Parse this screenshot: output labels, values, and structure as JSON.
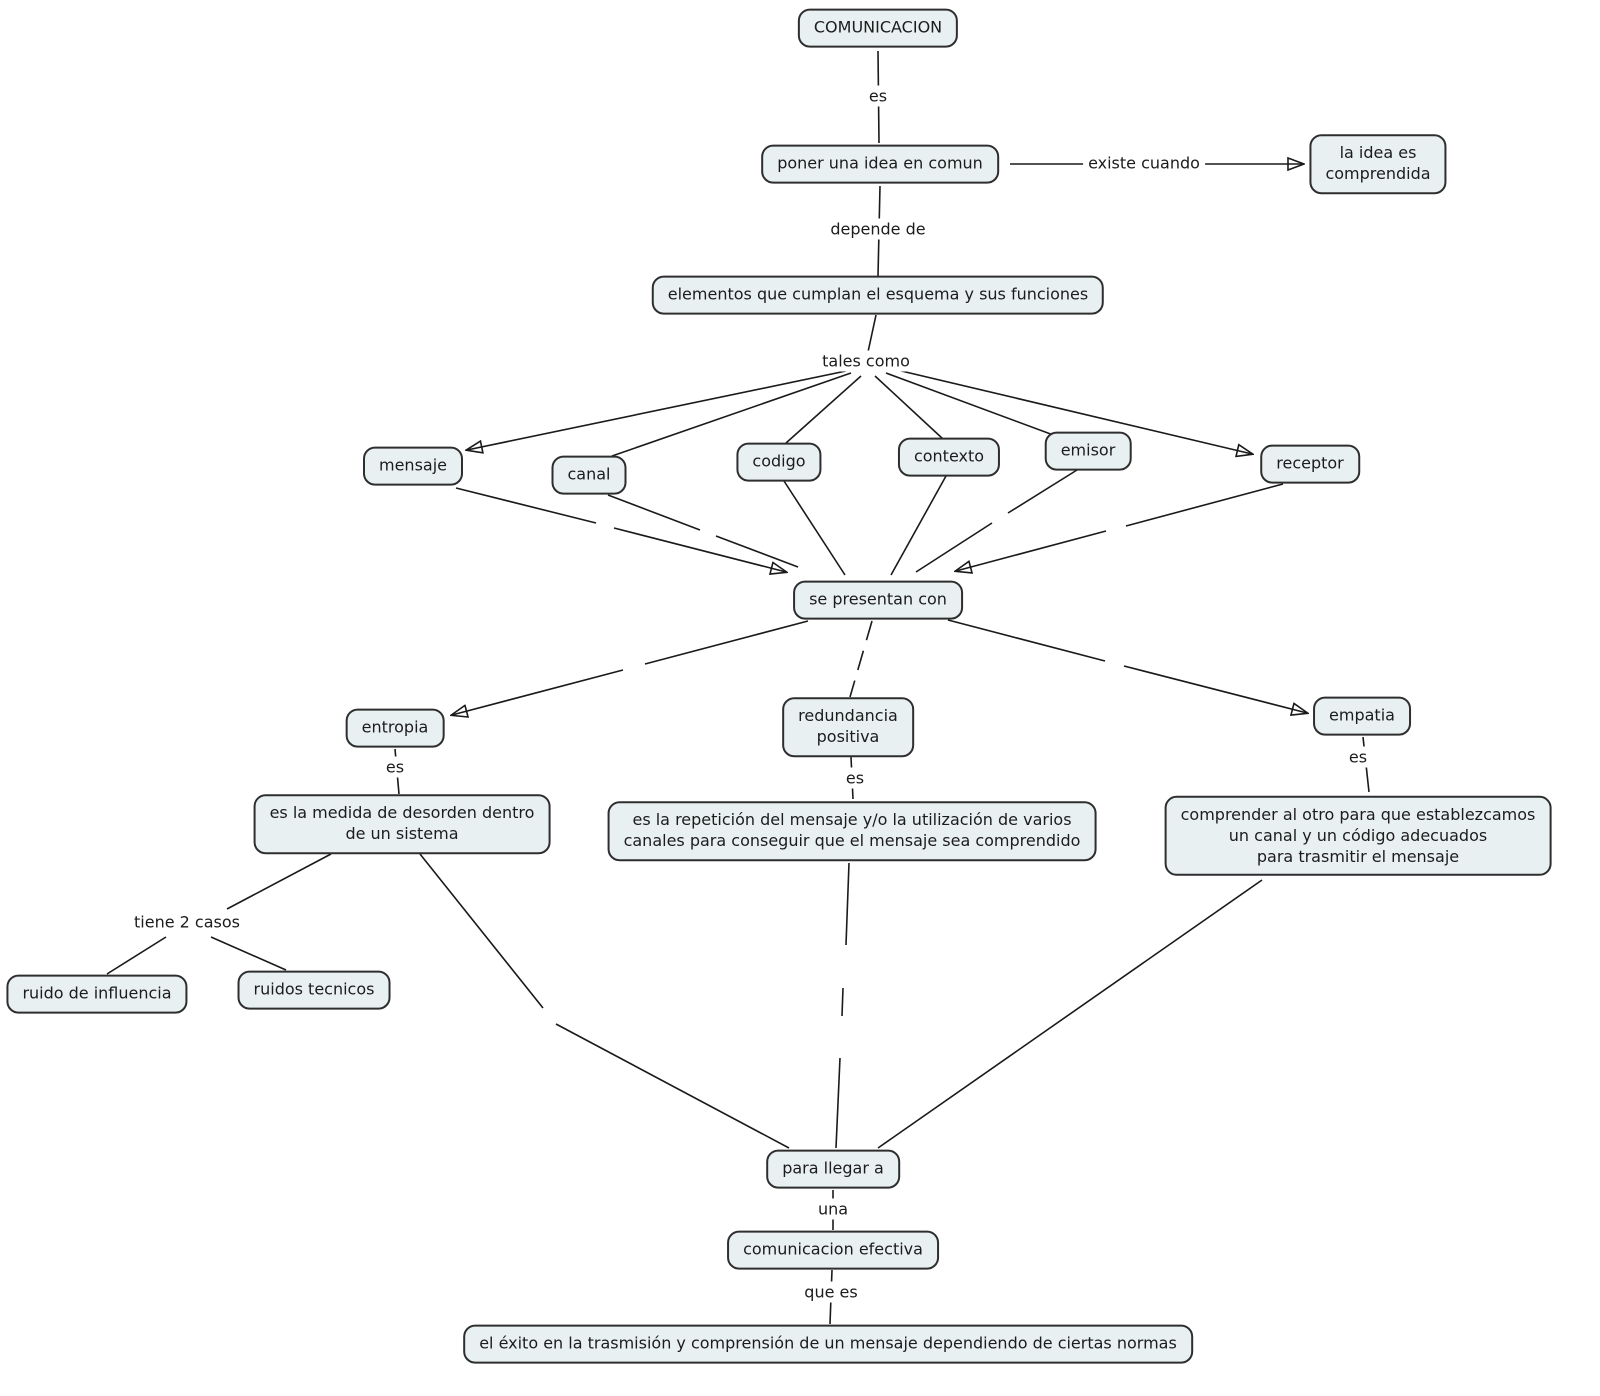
{
  "title": "COMUNICACION concept map",
  "colors": {
    "node_fill": "#e9f0f2",
    "node_border": "#2e2e2e",
    "line": "#1a1a1a",
    "text": "#1c1c1c",
    "background": "#ffffff"
  },
  "nodes": {
    "comunicacion": "COMUNICACION",
    "poner_idea": "poner una idea en comun",
    "idea_comprendida": "la idea es\ncomprendida",
    "elementos": "elementos que cumplan el esquema y sus funciones",
    "mensaje": "mensaje",
    "canal": "canal",
    "codigo": "codigo",
    "contexto": "contexto",
    "emisor": "emisor",
    "receptor": "receptor",
    "se_presentan": "se presentan con",
    "entropia": "entropia",
    "redundancia": "redundancia\npositiva",
    "empatia": "empatia",
    "medida_desorden": "es la medida de desorden dentro\nde un sistema",
    "repeticion": "es la repetición del mensaje y/o la utilización de varios\ncanales para conseguir que el mensaje sea comprendido",
    "comprension_otro": "comprender al otro para que establezcamos\nun canal y un código adecuados\npara trasmitir el mensaje",
    "ruido_influencia": "ruido de influencia",
    "ruidos_tecnicos": "ruidos tecnicos",
    "para_llegar": "para llegar a",
    "comunicacion_efectiva": "comunicacion efectiva",
    "exito": "el éxito en la trasmisión y comprensión de un mensaje dependiendo de ciertas normas"
  },
  "link_labels": {
    "es_comunicacion": "es",
    "existe_cuando": "existe cuando",
    "depende_de": "depende de",
    "tales_como": "tales como",
    "es_entropia": "es",
    "es_redundancia": "es",
    "es_empatia": "es",
    "tiene_2_casos": "tiene 2 casos",
    "una": "una",
    "que_es": "que es"
  }
}
